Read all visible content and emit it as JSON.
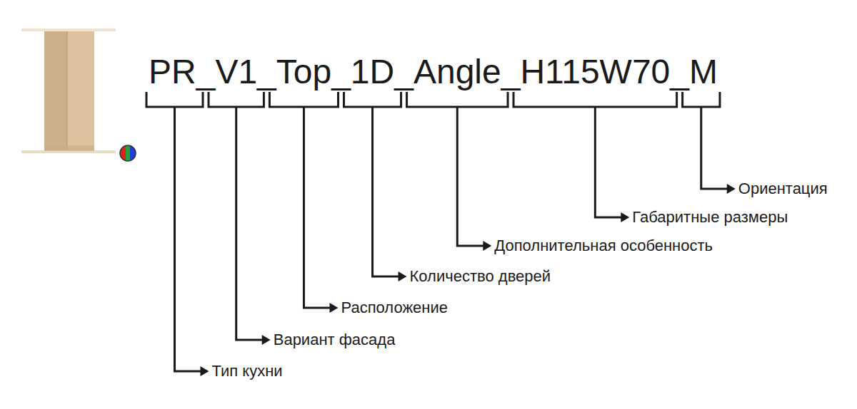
{
  "diagram": {
    "labels": [
      "PR_V1_Top_1D_Angle_H115W70_M",
      "Ориентация",
      "Габаритные размеры",
      "Дополнительная особенность",
      "Количество дверей",
      "Расположение",
      "Вариант фасада",
      "Тип кухни"
    ]
  }
}
